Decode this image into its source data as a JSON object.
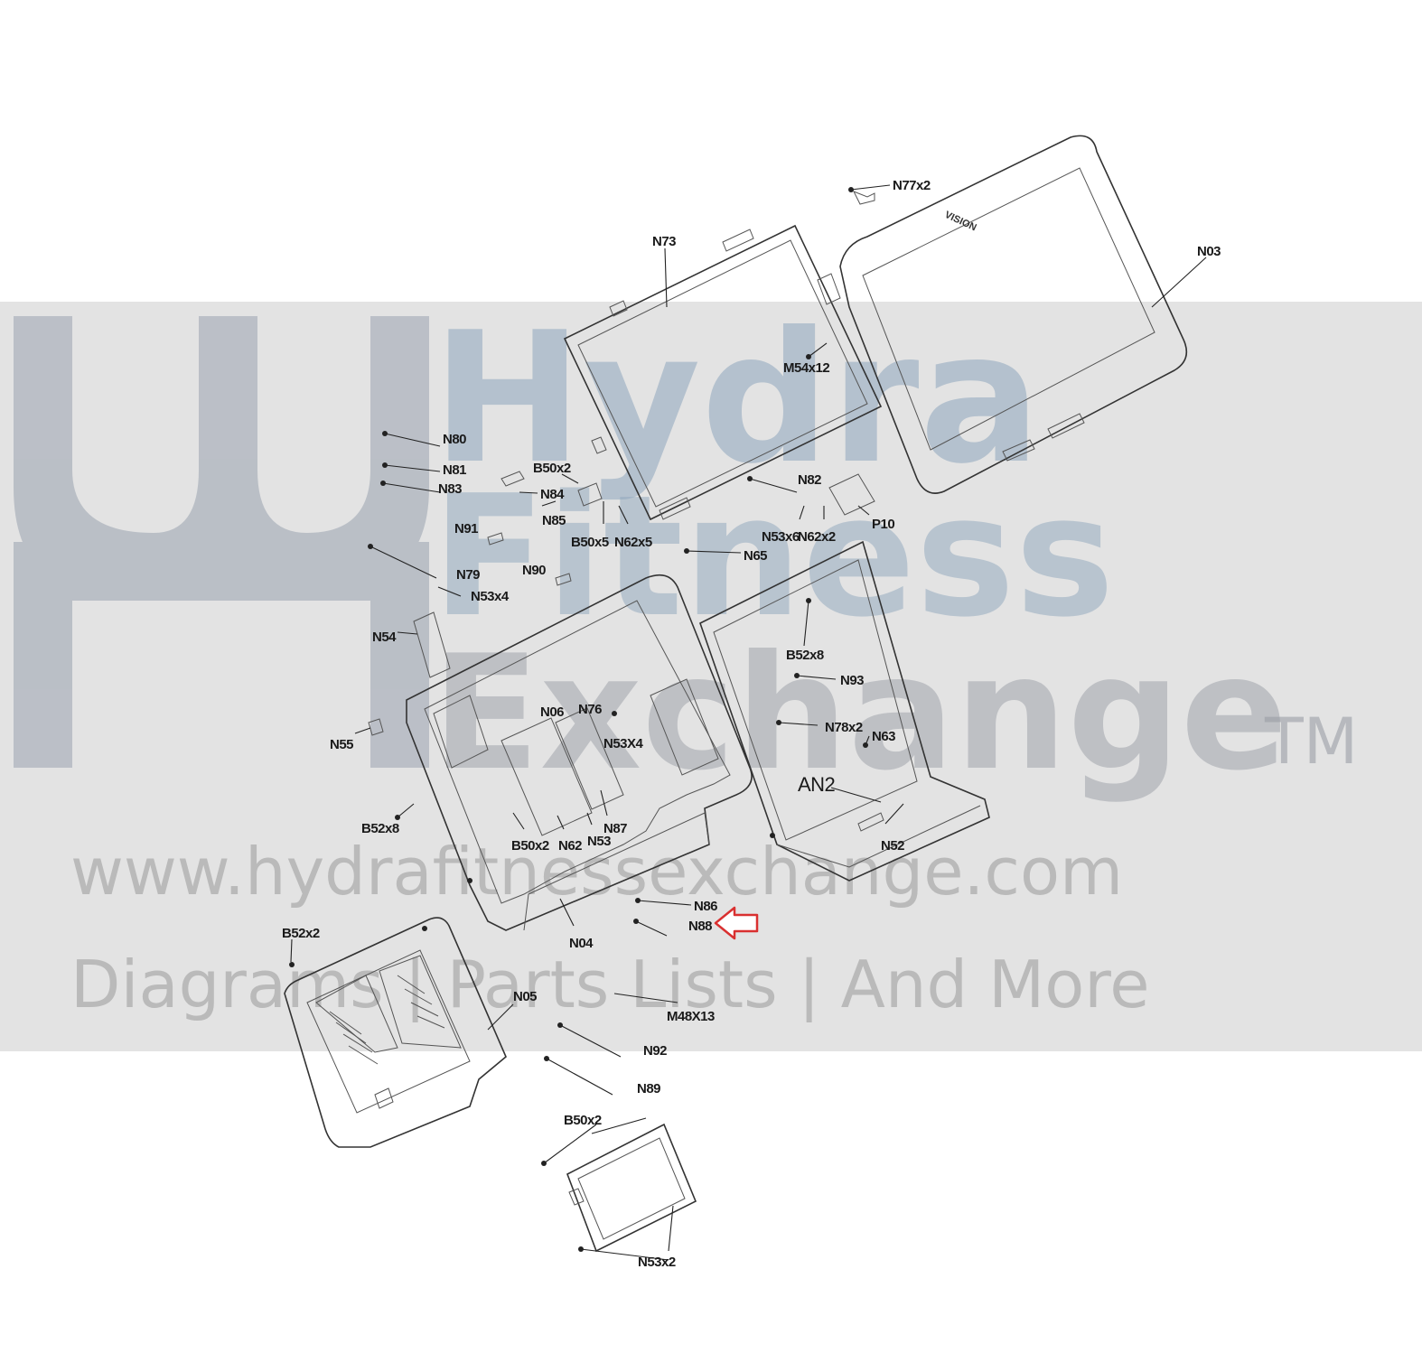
{
  "watermark": {
    "line1": "Hydra",
    "line2": "Fitness",
    "line3": "Exchange",
    "trademark": "TM",
    "url": "www.hydrafitnessexchange.com",
    "tagline": "Diagrams | Parts Lists | And More"
  },
  "colors": {
    "highlight_arrow": "#d93030",
    "watermark_band": "#dedede"
  },
  "icons": {
    "highlight": "arrow-left-outline-icon",
    "brand": "hydra-fitness-logo-icon"
  },
  "parts": {
    "n77x2": "N77x2",
    "n73": "N73",
    "n03": "N03",
    "m54x12": "M54x12",
    "n80": "N80",
    "n81": "N81",
    "n83": "N83",
    "b50x2_top": "B50x2",
    "n84": "N84",
    "n85": "N85",
    "n91": "N91",
    "b50x5": "B50x5",
    "n62x5": "N62x5",
    "n82": "N82",
    "n53x6": "N53x6",
    "n62x2": "N62x2",
    "p10": "P10",
    "n79": "N79",
    "n90": "N90",
    "n65": "N65",
    "n53x4": "N53x4",
    "n54": "N54",
    "b52x8_right": "B52x8",
    "n93": "N93",
    "n06": "N06",
    "n76": "N76",
    "n53x4_inner": "N53X4",
    "n78x2": "N78x2",
    "n55": "N55",
    "n63": "N63",
    "an2": "AN2",
    "n87": "N87",
    "b52x8_left": "B52x8",
    "b50x2_mid": "B50x2",
    "n62": "N62",
    "n53": "N53",
    "n52": "N52",
    "n86": "N86",
    "n88": "N88",
    "b52x2": "B52x2",
    "n04": "N04",
    "n05": "N05",
    "m48x13": "M48X13",
    "n92": "N92",
    "n89": "N89",
    "b50x2_bottom": "B50x2",
    "n53x2": "N53x2"
  }
}
